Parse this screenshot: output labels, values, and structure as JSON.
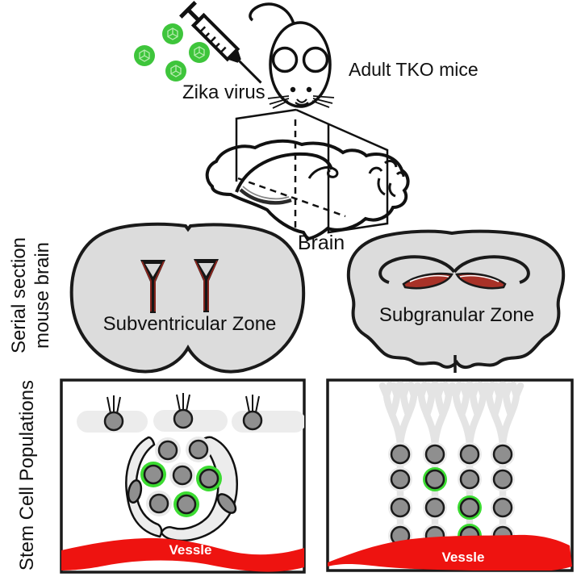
{
  "labels": {
    "zika_virus": "Zika virus",
    "adult_mice": "Adult TKO mice",
    "brain": "Brain",
    "serial_section_line1": "Serial section",
    "serial_section_line2": "mouse brain",
    "stem_cell_populations": "Stem Cell Populations",
    "subventricular_zone": "Subventricular Zone",
    "subgranular_zone": "Subgranular Zone",
    "vessel_left": "Vessle",
    "vessel_right": "Vessle"
  },
  "colors": {
    "virus_green": "#3ec53b",
    "infected_ring_green": "#3bdb31",
    "vessel_red": "#ee1310",
    "cell_gray": "#8f8f8f",
    "halo_gray": "#e9e9e9",
    "section_gray": "#dcdcdc",
    "niche_gray": "#ececec",
    "glia_gray": "#e4e4e4",
    "ventricle_red": "#8d241c",
    "outline_black": "#1a1a1a"
  },
  "content": {
    "svz_panel": {
      "ependymal_cells": 3,
      "niche_cells": 7,
      "infected_cells": 3
    },
    "sgz_panel": {
      "radial_glia": 4,
      "grid_rows": 4,
      "grid_cols": 4,
      "infected_cells": 3
    },
    "virus_particles": 4
  }
}
